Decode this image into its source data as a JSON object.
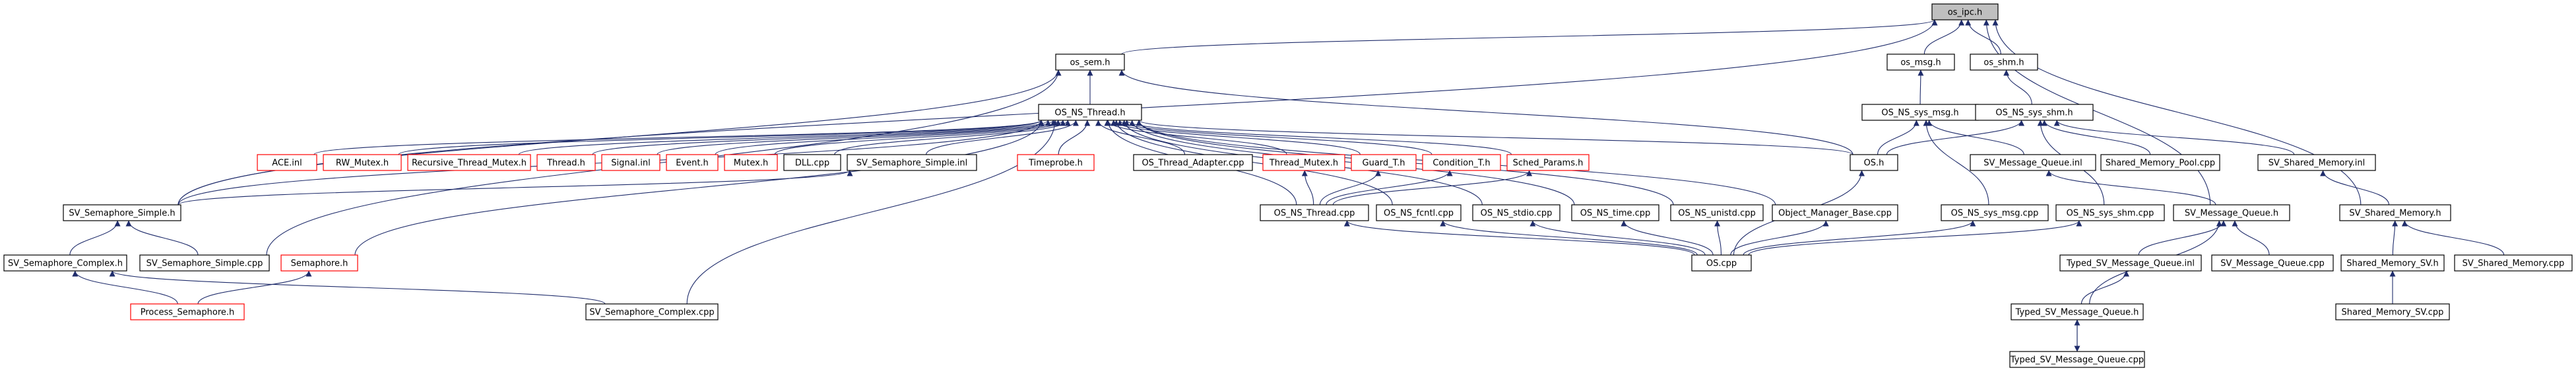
{
  "colors": {
    "edge": "#1f2c6b",
    "node_border_documented": "#000000",
    "node_border_undocumented": "#ff0000",
    "node_fill": "#ffffff",
    "root_fill": "#bfbfbf",
    "text": "#000000"
  },
  "nodes": [
    {
      "id": "n_os_ipc_h",
      "label": "os_ipc.h",
      "kind": "root"
    },
    {
      "id": "n_os_sem_h",
      "label": "os_sem.h",
      "kind": "normal"
    },
    {
      "id": "n_os_msg_h",
      "label": "os_msg.h",
      "kind": "normal"
    },
    {
      "id": "n_os_shm_h",
      "label": "os_shm.h",
      "kind": "normal"
    },
    {
      "id": "n_os_ns_thread_h",
      "label": "OS_NS_Thread.h",
      "kind": "normal"
    },
    {
      "id": "n_os_ns_sys_msg_h",
      "label": "OS_NS_sys_msg.h",
      "kind": "normal"
    },
    {
      "id": "n_os_ns_sys_shm_h",
      "label": "OS_NS_sys_shm.h",
      "kind": "normal"
    },
    {
      "id": "n_ace_inl",
      "label": "ACE.inl",
      "kind": "missing"
    },
    {
      "id": "n_rw_mutex_h",
      "label": "RW_Mutex.h",
      "kind": "missing"
    },
    {
      "id": "n_recursive_thread_mutex_h",
      "label": "Recursive_Thread_Mutex.h",
      "kind": "missing"
    },
    {
      "id": "n_thread_h",
      "label": "Thread.h",
      "kind": "missing"
    },
    {
      "id": "n_signal_inl",
      "label": "Signal.inl",
      "kind": "missing"
    },
    {
      "id": "n_event_h",
      "label": "Event.h",
      "kind": "missing"
    },
    {
      "id": "n_mutex_h",
      "label": "Mutex.h",
      "kind": "missing"
    },
    {
      "id": "n_dll_cpp",
      "label": "DLL.cpp",
      "kind": "normal"
    },
    {
      "id": "n_sv_semaphore_simple_inl",
      "label": "SV_Semaphore_Simple.inl",
      "kind": "normal"
    },
    {
      "id": "n_timeprobe_h",
      "label": "Timeprobe.h",
      "kind": "missing"
    },
    {
      "id": "n_os_thread_adapter_cpp",
      "label": "OS_Thread_Adapter.cpp",
      "kind": "normal"
    },
    {
      "id": "n_thread_mutex_h",
      "label": "Thread_Mutex.h",
      "kind": "missing"
    },
    {
      "id": "n_guard_t_h",
      "label": "Guard_T.h",
      "kind": "missing"
    },
    {
      "id": "n_condition_t_h",
      "label": "Condition_T.h",
      "kind": "missing"
    },
    {
      "id": "n_sched_params_h",
      "label": "Sched_Params.h",
      "kind": "missing"
    },
    {
      "id": "n_os_h",
      "label": "OS.h",
      "kind": "normal"
    },
    {
      "id": "n_sv_message_queue_inl",
      "label": "SV_Message_Queue.inl",
      "kind": "normal"
    },
    {
      "id": "n_shared_memory_pool_cpp",
      "label": "Shared_Memory_Pool.cpp",
      "kind": "normal"
    },
    {
      "id": "n_sv_shared_memory_inl",
      "label": "SV_Shared_Memory.inl",
      "kind": "normal"
    },
    {
      "id": "n_sv_semaphore_simple_h",
      "label": "SV_Semaphore_Simple.h",
      "kind": "normal"
    },
    {
      "id": "n_os_ns_thread_cpp",
      "label": "OS_NS_Thread.cpp",
      "kind": "normal"
    },
    {
      "id": "n_os_ns_fcntl_cpp",
      "label": "OS_NS_fcntl.cpp",
      "kind": "normal"
    },
    {
      "id": "n_os_ns_stdio_cpp",
      "label": "OS_NS_stdio.cpp",
      "kind": "normal"
    },
    {
      "id": "n_os_ns_time_cpp",
      "label": "OS_NS_time.cpp",
      "kind": "normal"
    },
    {
      "id": "n_os_ns_unistd_cpp",
      "label": "OS_NS_unistd.cpp",
      "kind": "normal"
    },
    {
      "id": "n_object_manager_base_cpp",
      "label": "Object_Manager_Base.cpp",
      "kind": "normal"
    },
    {
      "id": "n_os_ns_sys_msg_cpp",
      "label": "OS_NS_sys_msg.cpp",
      "kind": "normal"
    },
    {
      "id": "n_os_ns_sys_shm_cpp",
      "label": "OS_NS_sys_shm.cpp",
      "kind": "normal"
    },
    {
      "id": "n_sv_message_queue_h",
      "label": "SV_Message_Queue.h",
      "kind": "normal"
    },
    {
      "id": "n_sv_shared_memory_h",
      "label": "SV_Shared_Memory.h",
      "kind": "normal"
    },
    {
      "id": "n_sv_semaphore_complex_h",
      "label": "SV_Semaphore_Complex.h",
      "kind": "normal"
    },
    {
      "id": "n_sv_semaphore_simple_cpp",
      "label": "SV_Semaphore_Simple.cpp",
      "kind": "normal"
    },
    {
      "id": "n_semaphore_h",
      "label": "Semaphore.h",
      "kind": "missing"
    },
    {
      "id": "n_typed_sv_message_queue_inl",
      "label": "Typed_SV_Message_Queue.inl",
      "kind": "normal"
    },
    {
      "id": "n_shared_memory_sv_h",
      "label": "Shared_Memory_SV.h",
      "kind": "normal"
    },
    {
      "id": "n_sv_shared_memory_cpp",
      "label": "SV_Shared_Memory.cpp",
      "kind": "normal"
    },
    {
      "id": "n_os_cpp",
      "label": "OS.cpp",
      "kind": "normal"
    },
    {
      "id": "n_sv_message_queue_cpp",
      "label": "SV_Message_Queue.cpp",
      "kind": "normal"
    },
    {
      "id": "n_process_semaphore_h",
      "label": "Process_Semaphore.h",
      "kind": "missing"
    },
    {
      "id": "n_sv_semaphore_complex_cpp",
      "label": "SV_Semaphore_Complex.cpp",
      "kind": "normal"
    },
    {
      "id": "n_typed_sv_message_queue_h",
      "label": "Typed_SV_Message_Queue.h",
      "kind": "normal"
    },
    {
      "id": "n_shared_memory_sv_cpp",
      "label": "Shared_Memory_SV.cpp",
      "kind": "normal"
    },
    {
      "id": "n_typed_sv_message_queue_cpp",
      "label": "Typed_SV_Message_Queue.cpp",
      "kind": "normal"
    }
  ],
  "edges": [
    [
      "os_sem.h",
      "os_ipc.h"
    ],
    [
      "os_msg.h",
      "os_ipc.h"
    ],
    [
      "os_shm.h",
      "os_ipc.h"
    ],
    [
      "SV_Semaphore_Simple.h",
      "os_ipc.h"
    ],
    [
      "SV_Message_Queue.h",
      "os_ipc.h"
    ],
    [
      "SV_Shared_Memory.h",
      "os_ipc.h"
    ],
    [
      "OS_NS_Thread.h",
      "os_sem.h"
    ],
    [
      "OS.h",
      "os_sem.h"
    ],
    [
      "SV_Semaphore_Simple.h",
      "os_sem.h"
    ],
    [
      "SV_Semaphore_Simple.cpp",
      "os_sem.h"
    ],
    [
      "OS_NS_sys_msg.h",
      "os_msg.h"
    ],
    [
      "OS_NS_sys_shm.h",
      "os_shm.h"
    ],
    [
      "ACE.inl",
      "OS_NS_Thread.h"
    ],
    [
      "RW_Mutex.h",
      "OS_NS_Thread.h"
    ],
    [
      "Recursive_Thread_Mutex.h",
      "OS_NS_Thread.h"
    ],
    [
      "Thread.h",
      "OS_NS_Thread.h"
    ],
    [
      "Signal.inl",
      "OS_NS_Thread.h"
    ],
    [
      "Event.h",
      "OS_NS_Thread.h"
    ],
    [
      "Mutex.h",
      "OS_NS_Thread.h"
    ],
    [
      "DLL.cpp",
      "OS_NS_Thread.h"
    ],
    [
      "SV_Semaphore_Simple.inl",
      "OS_NS_Thread.h"
    ],
    [
      "Timeprobe.h",
      "OS_NS_Thread.h"
    ],
    [
      "OS_Thread_Adapter.cpp",
      "OS_NS_Thread.h"
    ],
    [
      "Thread_Mutex.h",
      "OS_NS_Thread.h"
    ],
    [
      "Guard_T.h",
      "OS_NS_Thread.h"
    ],
    [
      "Condition_T.h",
      "OS_NS_Thread.h"
    ],
    [
      "Sched_Params.h",
      "OS_NS_Thread.h"
    ],
    [
      "OS.h",
      "OS_NS_Thread.h"
    ],
    [
      "OS_NS_Thread.cpp",
      "OS_NS_Thread.h"
    ],
    [
      "OS_NS_fcntl.cpp",
      "OS_NS_Thread.h"
    ],
    [
      "OS_NS_stdio.cpp",
      "OS_NS_Thread.h"
    ],
    [
      "OS_NS_time.cpp",
      "OS_NS_Thread.h"
    ],
    [
      "OS_NS_unistd.cpp",
      "OS_NS_Thread.h"
    ],
    [
      "Object_Manager_Base.cpp",
      "OS_NS_Thread.h"
    ],
    [
      "SV_Semaphore_Simple.h",
      "OS_NS_Thread.h"
    ],
    [
      "Semaphore.h",
      "OS_NS_Thread.h"
    ],
    [
      "SV_Semaphore_Complex.cpp",
      "OS_NS_Thread.h"
    ],
    [
      "OS.h",
      "OS_NS_sys_msg.h"
    ],
    [
      "SV_Message_Queue.inl",
      "OS_NS_sys_msg.h"
    ],
    [
      "OS_NS_sys_msg.cpp",
      "OS_NS_sys_msg.h"
    ],
    [
      "OS.h",
      "OS_NS_sys_shm.h"
    ],
    [
      "Shared_Memory_Pool.cpp",
      "OS_NS_sys_shm.h"
    ],
    [
      "SV_Shared_Memory.inl",
      "OS_NS_sys_shm.h"
    ],
    [
      "OS_NS_sys_shm.cpp",
      "OS_NS_sys_shm.h"
    ],
    [
      "OS_NS_Thread.cpp",
      "Thread_Mutex.h"
    ],
    [
      "OS_NS_Thread.cpp",
      "Guard_T.h"
    ],
    [
      "OS_NS_Thread.cpp",
      "Condition_T.h"
    ],
    [
      "OS_NS_Thread.cpp",
      "Sched_Params.h"
    ],
    [
      "OS.cpp",
      "OS.h"
    ],
    [
      "SV_Message_Queue.h",
      "SV_Message_Queue.inl"
    ],
    [
      "SV_Shared_Memory.h",
      "SV_Shared_Memory.inl"
    ],
    [
      "SV_Semaphore_Complex.h",
      "SV_Semaphore_Simple.h"
    ],
    [
      "SV_Semaphore_Simple.cpp",
      "SV_Semaphore_Simple.h"
    ],
    [
      "SV_Semaphore_Simple.h",
      "SV_Semaphore_Simple.inl"
    ],
    [
      "OS.cpp",
      "OS_NS_Thread.cpp"
    ],
    [
      "OS.cpp",
      "OS_NS_fcntl.cpp"
    ],
    [
      "OS.cpp",
      "OS_NS_stdio.cpp"
    ],
    [
      "OS.cpp",
      "OS_NS_time.cpp"
    ],
    [
      "OS.cpp",
      "OS_NS_unistd.cpp"
    ],
    [
      "OS.cpp",
      "Object_Manager_Base.cpp"
    ],
    [
      "OS.cpp",
      "OS_NS_sys_msg.cpp"
    ],
    [
      "OS.cpp",
      "OS_NS_sys_shm.cpp"
    ],
    [
      "Typed_SV_Message_Queue.inl",
      "SV_Message_Queue.h"
    ],
    [
      "Typed_SV_Message_Queue.h",
      "SV_Message_Queue.h"
    ],
    [
      "SV_Message_Queue.cpp",
      "SV_Message_Queue.h"
    ],
    [
      "Shared_Memory_SV.h",
      "SV_Shared_Memory.h"
    ],
    [
      "SV_Shared_Memory.cpp",
      "SV_Shared_Memory.h"
    ],
    [
      "Process_Semaphore.h",
      "SV_Semaphore_Complex.h"
    ],
    [
      "SV_Semaphore_Complex.cpp",
      "SV_Semaphore_Complex.h"
    ],
    [
      "Process_Semaphore.h",
      "Semaphore.h"
    ],
    [
      "Typed_SV_Message_Queue.h",
      "Typed_SV_Message_Queue.inl"
    ],
    [
      "Shared_Memory_SV.cpp",
      "Shared_Memory_SV.h"
    ],
    [
      "Typed_SV_Message_Queue.cpp",
      "Typed_SV_Message_Queue.h"
    ],
    [
      "Typed_SV_Message_Queue.h",
      "Typed_SV_Message_Queue.cpp"
    ]
  ]
}
